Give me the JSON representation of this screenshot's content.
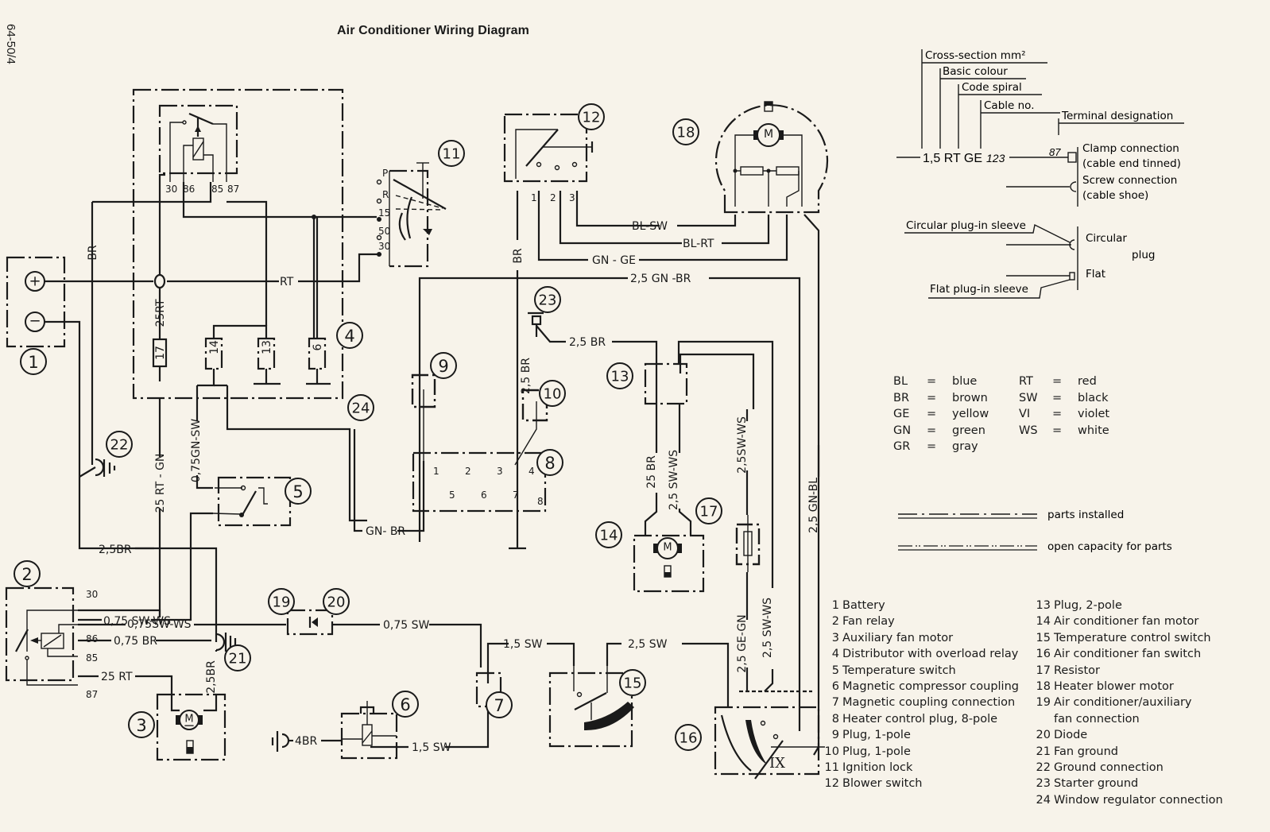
{
  "page": {
    "page_number": "64-50/4",
    "title": "Air Conditioner Wiring Diagram"
  },
  "cable_key": {
    "cross_section": "Cross-section mm²",
    "basic_colour": "Basic colour",
    "code_spiral": "Code spiral",
    "cable_no": "Cable no.",
    "terminal_designation": "Terminal designation",
    "example_code": "1,5 RT GE",
    "example_cable_no": "123",
    "example_terminal": "87",
    "clamp_connection": "Clamp connection",
    "clamp_connection_note": "(cable end tinned)",
    "screw_connection": "Screw connection",
    "screw_connection_note": "(cable shoe)",
    "circular_sleeve": "Circular plug-in sleeve",
    "circular": "Circular",
    "plug": "plug",
    "flat": "Flat",
    "flat_sleeve": "Flat plug-in sleeve"
  },
  "colour_codes": [
    {
      "code": "BL",
      "eq": "=",
      "name": "blue"
    },
    {
      "code": "BR",
      "eq": "=",
      "name": "brown"
    },
    {
      "code": "GE",
      "eq": "=",
      "name": "yellow"
    },
    {
      "code": "GN",
      "eq": "=",
      "name": "green"
    },
    {
      "code": "GR",
      "eq": "=",
      "name": "gray"
    },
    {
      "code": "RT",
      "eq": "=",
      "name": "red"
    },
    {
      "code": "SW",
      "eq": "=",
      "name": "black"
    },
    {
      "code": "VI",
      "eq": "=",
      "name": "violet"
    },
    {
      "code": "WS",
      "eq": "=",
      "name": "white"
    }
  ],
  "line_legend": {
    "installed": "parts installed",
    "open": "open capacity for parts"
  },
  "parts_left": [
    {
      "num": "1",
      "name": "Battery"
    },
    {
      "num": "2",
      "name": "Fan relay"
    },
    {
      "num": "3",
      "name": "Auxiliary fan motor"
    },
    {
      "num": "4",
      "name": "Distributor with overload relay"
    },
    {
      "num": "5",
      "name": "Temperature switch"
    },
    {
      "num": "6",
      "name": "Magnetic compressor coupling"
    },
    {
      "num": "7",
      "name": "Magnetic coupling connection"
    },
    {
      "num": "8",
      "name": "Heater control plug, 8-pole"
    },
    {
      "num": "9",
      "name": "Plug, 1-pole"
    },
    {
      "num": "10",
      "name": "Plug, 1-pole"
    },
    {
      "num": "11",
      "name": "Ignition lock"
    },
    {
      "num": "12",
      "name": "Blower switch"
    }
  ],
  "parts_right": [
    {
      "num": "13",
      "name": "Plug, 2-pole"
    },
    {
      "num": "14",
      "name": "Air conditioner fan motor"
    },
    {
      "num": "15",
      "name": "Temperature control switch"
    },
    {
      "num": "16",
      "name": "Air conditioner fan switch"
    },
    {
      "num": "17",
      "name": "Resistor"
    },
    {
      "num": "18",
      "name": "Heater blower motor"
    },
    {
      "num": "19",
      "name": "Air conditioner/auxiliary"
    },
    {
      "num": "",
      "name": "fan connection"
    },
    {
      "num": "20",
      "name": "Diode"
    },
    {
      "num": "21",
      "name": "Fan ground"
    },
    {
      "num": "22",
      "name": "Ground connection"
    },
    {
      "num": "23",
      "name": "Starter ground"
    },
    {
      "num": "24",
      "name": "Window regulator connection"
    }
  ],
  "callouts": [
    "1",
    "2",
    "3",
    "4",
    "5",
    "6",
    "7",
    "8",
    "9",
    "10",
    "11",
    "12",
    "13",
    "14",
    "15",
    "16",
    "17",
    "18",
    "19",
    "20",
    "21",
    "22",
    "23",
    "24"
  ],
  "wires": {
    "br_main": "BR",
    "rt_battery": "RT",
    "rt_25": "25RT",
    "br_center": "BR",
    "bl_sw": "BL-SW",
    "bl_rt": "BL-RT",
    "gn_ge": "GN - GE",
    "gn_br_25": "2,5 GN -BR",
    "br_25_starter": "2,5 BR",
    "br_25_vert": "2,5 BR",
    "gn_sw_075": "0,75GN-SW",
    "rt_gn_25": "25 RT - GN",
    "gn_br": "GN- BR",
    "br_25_left": "2,5BR",
    "sw_ws_075_a": "0,75 SW-WS",
    "sw_ws_075_b": "0,75SW-WS",
    "br_075": "0,75 BR",
    "rt_25_fan": "25 RT",
    "br_25_fan": "2,5BR",
    "sw_075": "0,75 SW",
    "sw_15_top": "1,5 SW",
    "sw_25": "2,5 SW",
    "sw_15_bottom": "1,5 SW",
    "br_4": "4BR",
    "br_25_13": "25 BR",
    "sw_ws_25_13": "2,5 SW-WS",
    "sw_ws_25_17": "2,5SW-WS",
    "gn_bl_25": "2,5 GN-BL",
    "ge_gn_25": "2,5 GE-GN",
    "sw_ws_25_16": "2,5 SW-WS"
  },
  "terminals": {
    "relay4": [
      "30",
      "86",
      "85",
      "87"
    ],
    "ign": [
      "P",
      "R",
      "15",
      "50",
      "30"
    ],
    "blower": [
      "1",
      "2",
      "3"
    ],
    "plug8": [
      "1",
      "2",
      "3",
      "4",
      "5",
      "6",
      "7",
      "8"
    ],
    "relay2": [
      "30",
      "86",
      "85",
      "87"
    ],
    "fan16_mark": "IX"
  },
  "motor_symbol": "M",
  "battery": {
    "plus": "+",
    "minus": "−"
  }
}
